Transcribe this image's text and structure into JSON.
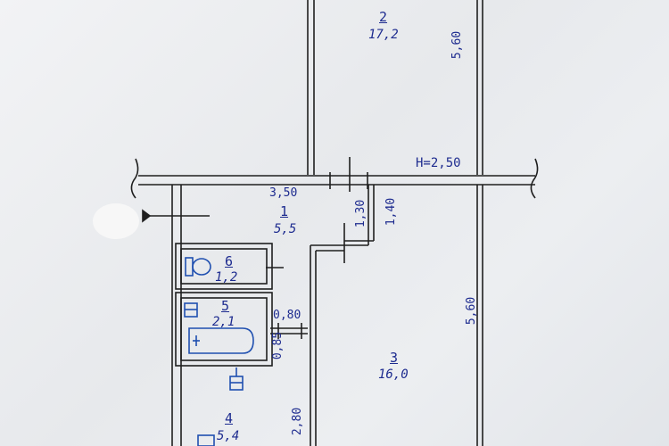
{
  "plan": {
    "ceiling_height": "H=2,50",
    "rooms": [
      {
        "number": "1",
        "area": "5,5"
      },
      {
        "number": "2",
        "area": "17,2"
      },
      {
        "number": "3",
        "area": "16,0"
      },
      {
        "number": "4",
        "area": "5,4"
      },
      {
        "number": "5",
        "area": "2,1"
      },
      {
        "number": "6",
        "area": "1,2"
      }
    ],
    "dimensions": [
      "5,60",
      "3,50",
      "1,30",
      "1,40",
      "0,80",
      "0,85",
      "5,60",
      "2,80"
    ]
  },
  "colors": {
    "ink": "#1d2b8f",
    "line": "#1f1f1f",
    "fixture": "#1f4fb0",
    "paper": "#eef0f2"
  }
}
